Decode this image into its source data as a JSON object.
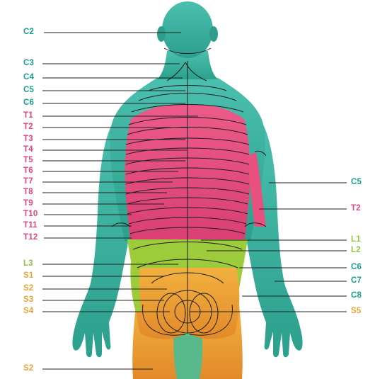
{
  "colors": {
    "cervical": "#16a08c",
    "thoracic": "#e0467e",
    "lumbar": "#8cc63f",
    "sacral": "#e8a23a",
    "skin_teal": "#3fb5a3",
    "skin_pink": "#e8507f",
    "skin_green": "#9ccc3c",
    "skin_orange": "#eda23c",
    "line": "#222222"
  },
  "left_labels": [
    {
      "text": "C2",
      "group": "cervical"
    },
    {
      "text": "C3",
      "group": "cervical"
    },
    {
      "text": "C4",
      "group": "cervical"
    },
    {
      "text": "C5",
      "group": "cervical"
    },
    {
      "text": "C6",
      "group": "cervical"
    },
    {
      "text": "T1",
      "group": "thoracic"
    },
    {
      "text": "T2",
      "group": "thoracic"
    },
    {
      "text": "T3",
      "group": "thoracic"
    },
    {
      "text": "T4",
      "group": "thoracic"
    },
    {
      "text": "T5",
      "group": "thoracic"
    },
    {
      "text": "T6",
      "group": "thoracic"
    },
    {
      "text": "T7",
      "group": "thoracic"
    },
    {
      "text": "T8",
      "group": "thoracic"
    },
    {
      "text": "T9",
      "group": "thoracic"
    },
    {
      "text": "T10",
      "group": "thoracic"
    },
    {
      "text": "T11",
      "group": "thoracic"
    },
    {
      "text": "T12",
      "group": "thoracic"
    },
    {
      "text": "L3",
      "group": "lumbar"
    },
    {
      "text": "S1",
      "group": "sacral"
    },
    {
      "text": "S2",
      "group": "sacral"
    },
    {
      "text": "S3",
      "group": "sacral"
    },
    {
      "text": "S4",
      "group": "sacral"
    },
    {
      "text": "S2",
      "group": "sacral"
    }
  ],
  "right_labels": [
    {
      "text": "C5",
      "group": "cervical"
    },
    {
      "text": "T2",
      "group": "thoracic"
    },
    {
      "text": "L1",
      "group": "lumbar"
    },
    {
      "text": "L2",
      "group": "lumbar"
    },
    {
      "text": "C6",
      "group": "cervical"
    },
    {
      "text": "C7",
      "group": "cervical"
    },
    {
      "text": "C8",
      "group": "cervical"
    },
    {
      "text": "S5",
      "group": "sacral"
    }
  ]
}
